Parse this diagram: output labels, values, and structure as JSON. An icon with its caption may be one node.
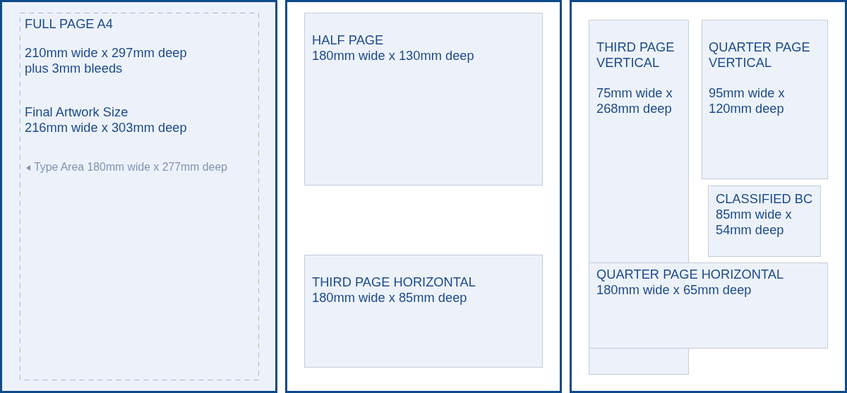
{
  "diagram": {
    "nodes": [
      {
        "text": [],
        "shape": "box"
      },
      {
        "text": [
          "FULL PAGE A4",
          "210mm wide x 297mm deep plus 3mm bleeds",
          "Final Artwork Size 216mm wide x 303mm deep",
          "Type Area 180mm wide x 277mm deep"
        ],
        "in": 0
      },
      {
        "text": [],
        "shape": "box"
      },
      {
        "text": [
          "HALF PAGE",
          "180mm wide x 130mm deep"
        ],
        "in": 2
      },
      {
        "text": [
          "THIRD PAGE HORIZONTAL",
          "180mm wide x 85mm deep"
        ],
        "in": 2
      },
      {
        "text": [],
        "shape": "box"
      },
      {
        "text": [
          "THIRD PAGE VERTICAL",
          "75mm wide x 268mm deep"
        ],
        "in": 5
      },
      {
        "text": [
          "QUARTER PAGE VERTICAL",
          "95mm wide x 120mm deep"
        ],
        "in": 5
      },
      {
        "text": [
          "CLASSIFIED BC",
          "85mm wide x 54mm deep"
        ],
        "in": 5
      },
      {
        "text": [
          "QUARTER PAGE HORIZONTAL",
          "180mm wide x 65mm deep"
        ],
        "in": 5
      }
    ]
  }
}
